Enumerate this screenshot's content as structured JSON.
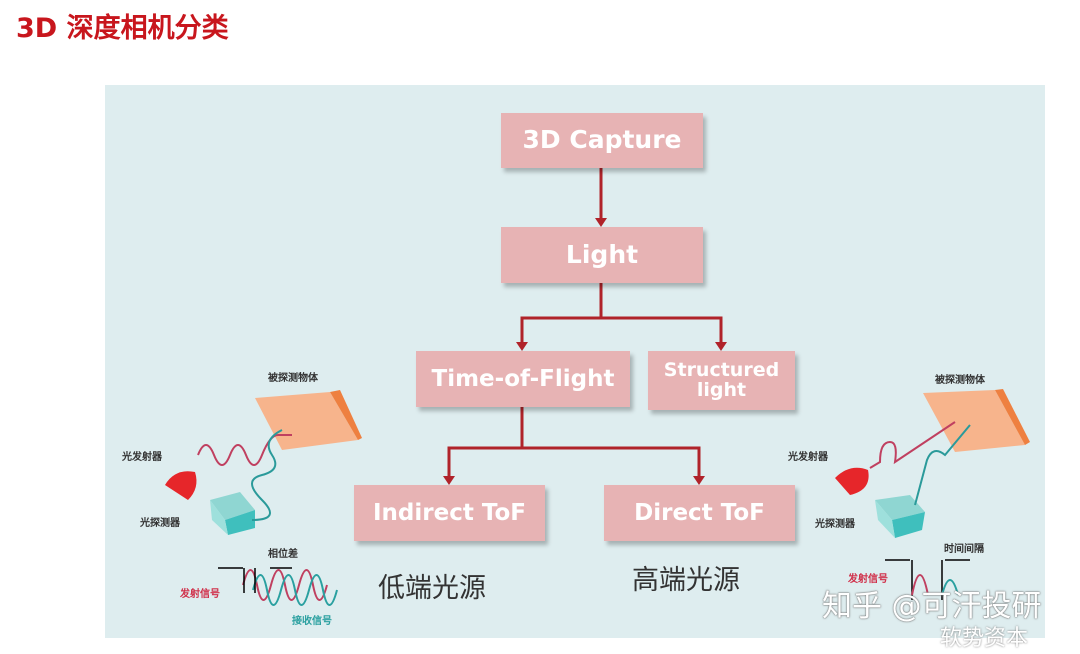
{
  "title": "3D 深度相机分类",
  "nodes": {
    "capture": "3D Capture",
    "light": "Light",
    "tof": "Time-of-Flight",
    "structured": "Structured light",
    "indirect": "Indirect ToF",
    "direct": "Direct ToF"
  },
  "captions": {
    "indirect": "低端光源",
    "direct": "高端光源"
  },
  "left_diagram": {
    "object": "被探测物体",
    "emitter": "光发射器",
    "detector": "光探测器",
    "phase": "相位差",
    "emit_signal": "发射信号",
    "recv_signal": "接收信号"
  },
  "right_diagram": {
    "object": "被探测物体",
    "emitter": "光发射器",
    "detector": "光探测器",
    "interval": "时间间隔",
    "emit_signal": "发射信号"
  },
  "watermark": {
    "line1": "知乎 @可汗投研",
    "line2": "软势资本"
  },
  "colors": {
    "box": "#e7b3b4",
    "connector": "#b0232a",
    "title": "#c8161d",
    "panel": "#deedef"
  }
}
